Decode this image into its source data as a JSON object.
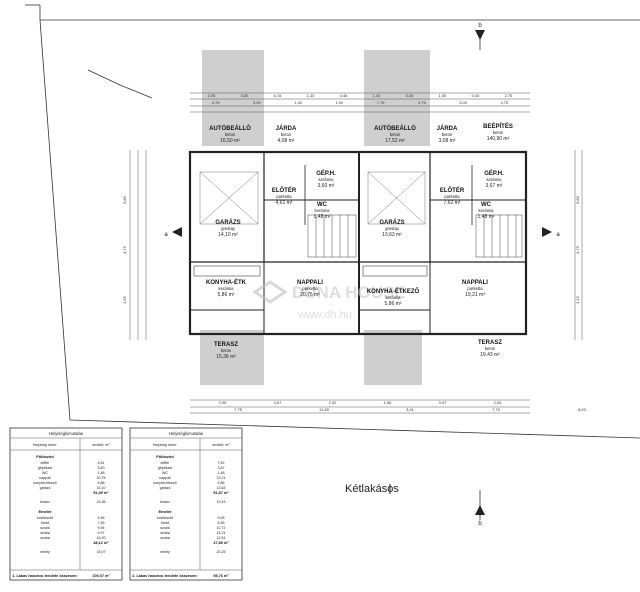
{
  "plan_title": "Kétlakásos",
  "section_markers": [
    "b",
    "b",
    "a",
    "a"
  ],
  "watermark": {
    "brand": "DUNA HOUSE",
    "url": "www.dh.hu"
  },
  "rooms": {
    "left": {
      "autobeallo": {
        "name": "AUTÓBEÁLLÓ",
        "material": "beton",
        "area": "16,50 m²"
      },
      "jarda": {
        "name": "JÁRDA",
        "material": "beton",
        "area": "4,08 m²"
      },
      "geph": {
        "name": "GÉP.H.",
        "material": "kerámia",
        "area": "3,60 m²"
      },
      "eloter": {
        "name": "ELŐTÉR",
        "material": "parketta",
        "area": "4,61 m²"
      },
      "wc": {
        "name": "WC",
        "material": "kerámia",
        "area": "1,48 m²"
      },
      "garazs": {
        "name": "GARÁZS",
        "material": "greslap",
        "area": "14,10 m²"
      },
      "konyha": {
        "name": "KONYHA-ÉTK",
        "material": "kerámia",
        "area": "5,86 m²"
      },
      "nappali": {
        "name": "NAPPALI",
        "material": "parketta",
        "area": "20,75 m²"
      },
      "terasz": {
        "name": "TERASZ",
        "material": "beton",
        "area": "15,36 m²"
      }
    },
    "right": {
      "autobeallo": {
        "name": "AUTÓBEÁLLÓ",
        "material": "beton",
        "area": "17,52 m²"
      },
      "jarda": {
        "name": "JÁRDA",
        "material": "beton",
        "area": "3,08 m²"
      },
      "beepites": {
        "name": "BEÉPÍTÉS",
        "material": "beton",
        "area": "140,90 m²"
      },
      "geph": {
        "name": "GÉP.H.",
        "material": "kerámia",
        "area": "3,67 m²"
      },
      "eloter": {
        "name": "ELŐTÉR",
        "material": "parketta",
        "area": "7,62 m²"
      },
      "wc": {
        "name": "WC",
        "material": "kerámia",
        "area": "1,48 m²"
      },
      "garazs": {
        "name": "GARÁZS",
        "material": "greslap",
        "area": "13,63 m²"
      },
      "konyha": {
        "name": "KONYHA-ÉTKEZŐ",
        "material": "kerámia",
        "area": "5,86 m²"
      },
      "nappali": {
        "name": "NAPPALI",
        "material": "parketta",
        "area": "19,21 m²"
      },
      "terasz": {
        "name": "TERASZ",
        "material": "beton",
        "area": "19,43 m²"
      }
    }
  },
  "dimensions": {
    "top_row1": [
      "2,05",
      "3,60",
      "6,15",
      "1,40",
      "4,46",
      "1,40",
      "0,40",
      "1,05",
      "0,40",
      "2,75"
    ],
    "top_row2": [
      "4,75",
      "3,00",
      "1,40",
      "1,90",
      "7,75",
      "4,75",
      "3,00",
      "4,75"
    ],
    "bottom_row1": [
      "2,05",
      "3,67",
      "2,42",
      "1,50",
      "3,47",
      "2,05"
    ],
    "bottom_row2": [
      "7,75",
      "12,80",
      "3,91",
      "7,75",
      "8,03"
    ],
    "side_left": [
      "9,80",
      "4,75",
      "1,65"
    ],
    "side_right": [
      "9,80",
      "4,75",
      "3,15"
    ]
  },
  "tables": [
    {
      "title": "Helyiségkimutatás",
      "col_name": "helyiség neve:",
      "col_area": "terület: m²",
      "floor1": "Földszint",
      "rows1": [
        [
          "előtér",
          "4,61"
        ],
        [
          "gépészet",
          "3,60"
        ],
        [
          "WC",
          "1,48"
        ],
        [
          "nappali",
          "20,75"
        ],
        [
          "konyha-étkező",
          "5,86"
        ],
        [
          "garázs",
          "14,10"
        ]
      ],
      "sum1": "51,99 m²",
      "terrace": [
        "terasz",
        "15,36"
      ],
      "floor2": "Emelet",
      "rows2": [
        [
          "közlekedő",
          "4,56"
        ],
        [
          "fürdő",
          "7,45"
        ],
        [
          "szoba",
          "9,94"
        ],
        [
          "szoba",
          "9,97"
        ],
        [
          "szoba",
          "16,20"
        ]
      ],
      "sum2": "48,12 m²",
      "erkely": [
        "erkély",
        "15,07"
      ],
      "total_label": "1. Lakás hasznos területe összesen:",
      "total": "100,07 m²"
    },
    {
      "title": "Helyiségkimutatás",
      "col_name": "helyiség neve:",
      "col_area": "terület: m²",
      "floor1": "Földszint",
      "rows1": [
        [
          "előtér",
          "7,62"
        ],
        [
          "gépészet",
          "3,67"
        ],
        [
          "WC",
          "1,48"
        ],
        [
          "nappali",
          "19,21"
        ],
        [
          "konyha-étkező",
          "5,86"
        ],
        [
          "garázs",
          "13,63"
        ]
      ],
      "sum1": "51,87 m²",
      "terrace": [
        "terasz",
        "19,43"
      ],
      "floor2": "Emelet",
      "rows2": [
        [
          "közlekedő",
          "5,05"
        ],
        [
          "fürdő",
          "6,55"
        ],
        [
          "szoba",
          "10,72"
        ],
        [
          "szoba",
          "14,21"
        ],
        [
          "szoba",
          "12,51"
        ]
      ],
      "sum2": "47,89 m²",
      "erkely": [
        "erkély",
        "20,25"
      ],
      "total_label": "2. Lakás hasznos területe összesen:",
      "total": "98,76 m²"
    }
  ]
}
